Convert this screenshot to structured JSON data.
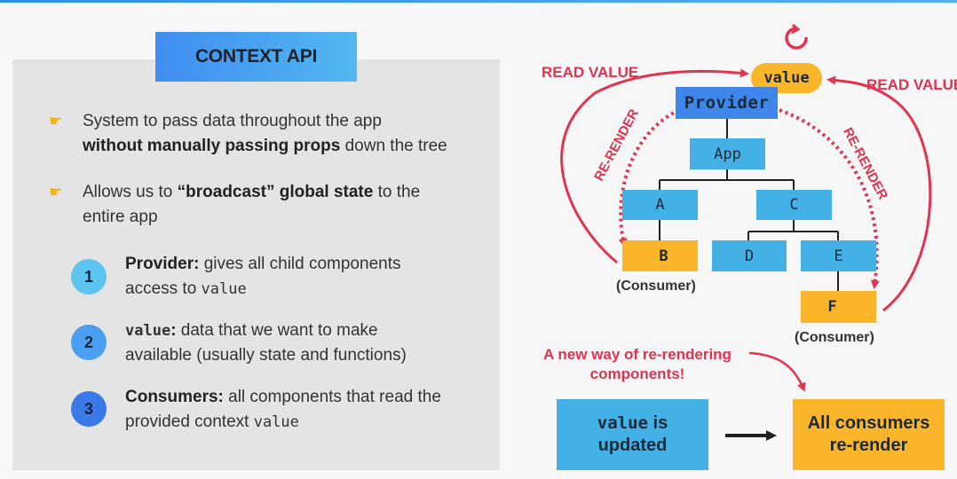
{
  "title": "CONTEXT API",
  "bullets": [
    {
      "line1": "System to pass data throughout the app",
      "bold2": "without manually passing props",
      "rest2": " down the tree"
    },
    {
      "pre": "Allows us to ",
      "bold": "“broadcast” global state",
      "post": " to the",
      "line2": "entire app"
    }
  ],
  "items": [
    {
      "num": "1",
      "label": "Provider:",
      "text": " gives all child components",
      "line2": "access to ",
      "code2": "value"
    },
    {
      "num": "2",
      "label_code": "value",
      "label_rest": ":",
      "text": " data that we want to make",
      "line2": "available (usually state and functions)"
    },
    {
      "num": "3",
      "label": "Consumers:",
      "text": " all components that read the",
      "line2": "provided context ",
      "code2": "value"
    }
  ],
  "diagram": {
    "value_pill": "value",
    "read_left": "READ VALUE",
    "read_right": "READ VALUE",
    "rerender_left": "RE-RENDER",
    "rerender_right": "RE-RENDER",
    "nodes": {
      "provider": "Provider",
      "app": "App",
      "a": "A",
      "c": "C",
      "b": "B",
      "d": "D",
      "e": "E",
      "f": "F"
    },
    "consumer_b": "(Consumer)",
    "consumer_f": "(Consumer)",
    "note_line1": "A new way of re-rendering",
    "note_line2": "components!",
    "box_left_code": "value",
    "box_left_rest": " is",
    "box_left_line2": "updated",
    "box_right_line1": "All consumers",
    "box_right_line2": "re-render"
  },
  "colors": {
    "blue": "#44b1e6",
    "orange": "#fbb52a",
    "red": "#e0344f",
    "provider_blue": "#3e86ea"
  }
}
